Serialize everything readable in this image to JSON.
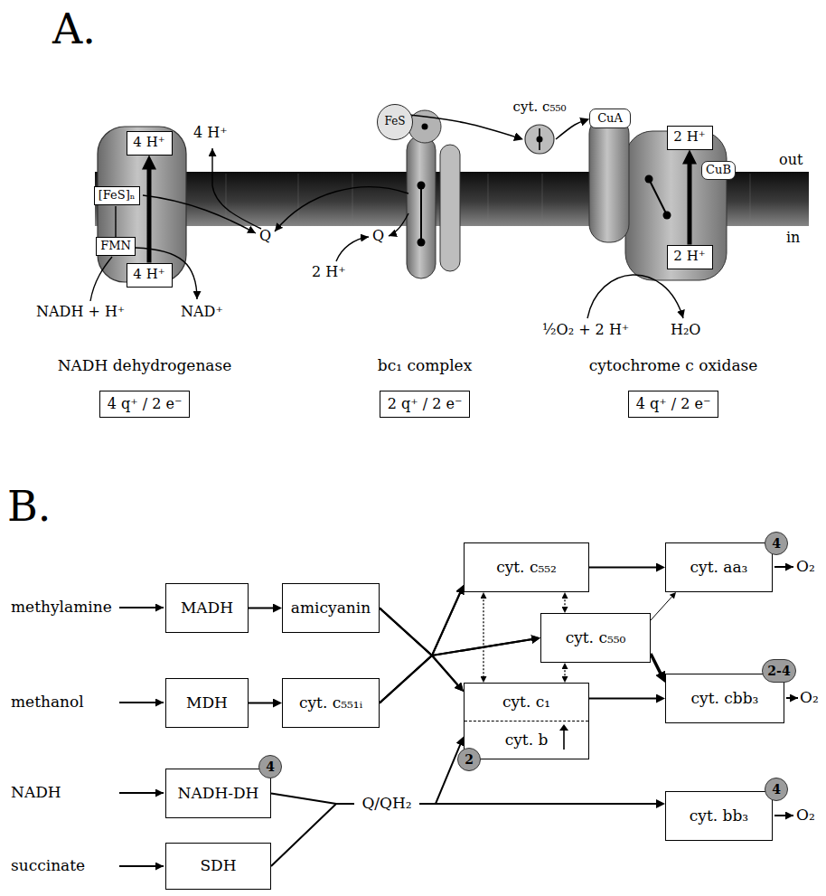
{
  "diagram": {
    "nodes": [
      {
        "text": [
          "4 H⁺"
        ]
      },
      {
        "text": [
          "[FeS]ₙ"
        ]
      },
      {
        "text": [
          "FMN"
        ]
      },
      {
        "text": [
          "4 H⁺"
        ]
      },
      {
        "text": [
          "FeS"
        ]
      },
      {
        "text": [
          "cyt. c₅₅₀"
        ]
      },
      {
        "text": [
          "CuA"
        ]
      },
      {
        "text": [
          "2 H⁺"
        ]
      },
      {
        "text": [
          "CuB"
        ]
      },
      {
        "text": [
          "2 H⁺"
        ]
      },
      {
        "text": [
          "4 q⁺ / 2 e⁻"
        ]
      },
      {
        "text": [
          "2 q⁺ / 2 e⁻"
        ]
      },
      {
        "text": [
          "4 q⁺ / 2 e⁻"
        ]
      },
      {
        "text": [
          "cyt. c₅₅₂"
        ]
      },
      {
        "text": [
          "cyt. aa₃"
        ]
      },
      {
        "text": [
          "4"
        ]
      },
      {
        "text": [
          "MADH"
        ]
      },
      {
        "text": [
          "amicyanin"
        ]
      },
      {
        "text": [
          "cyt. c₅₅₀"
        ]
      },
      {
        "text": [
          "MDH"
        ]
      },
      {
        "text": [
          "cyt. c₅₅₁ᵢ"
        ]
      },
      {
        "text": [
          "cyt. c₁",
          "cyt. b"
        ]
      },
      {
        "text": [
          "cyt. cbb₃"
        ]
      },
      {
        "text": [
          "2-4"
        ]
      },
      {
        "text": [
          "2"
        ]
      },
      {
        "text": [
          "NADH-DH"
        ]
      },
      {
        "text": [
          "4"
        ]
      },
      {
        "text": [
          "Q/QH₂"
        ]
      },
      {
        "text": [
          "cyt. bb₃"
        ]
      },
      {
        "text": [
          "4"
        ]
      },
      {
        "text": [
          "SDH"
        ]
      }
    ],
    "edges": [
      {
        "from": 3,
        "to": 0,
        "arrow": "to"
      },
      {
        "from": 4,
        "to": 5,
        "arrow": "to"
      },
      {
        "from": 5,
        "to": 6,
        "arrow": "to"
      },
      {
        "from": 9,
        "to": 7,
        "arrow": "to"
      },
      {
        "from": 16,
        "to": 17,
        "arrow": "to"
      },
      {
        "from": 19,
        "to": 20,
        "arrow": "to"
      },
      {
        "from": 17,
        "to": 13,
        "arrow": "to"
      },
      {
        "from": 17,
        "to": 18,
        "arrow": "to"
      },
      {
        "from": 17,
        "to": 21,
        "arrow": "to"
      },
      {
        "from": 20,
        "to": 13,
        "arrow": "to"
      },
      {
        "from": 20,
        "to": 18,
        "arrow": "to"
      },
      {
        "from": 20,
        "to": 21,
        "arrow": "to"
      },
      {
        "from": 13,
        "to": 21,
        "arrow": "both"
      },
      {
        "from": 13,
        "to": 18,
        "arrow": "both"
      },
      {
        "from": 18,
        "to": 21,
        "arrow": "both"
      },
      {
        "from": 13,
        "to": 14,
        "arrow": "to"
      },
      {
        "from": 18,
        "to": 14,
        "arrow": "to"
      },
      {
        "from": 18,
        "to": 22,
        "arrow": "to"
      },
      {
        "from": 21,
        "to": 22,
        "arrow": "to"
      },
      {
        "from": 25,
        "to": 27,
        "arrow": "none"
      },
      {
        "from": 30,
        "to": 27,
        "arrow": "none"
      },
      {
        "from": 27,
        "to": 21,
        "arrow": "to"
      },
      {
        "from": 27,
        "to": 28,
        "arrow": "to"
      }
    ],
    "labels": [
      "A.",
      "4 H⁺",
      "out",
      "Q",
      "Q",
      "in",
      "2 H⁺",
      "NADH + H⁺",
      "NAD⁺",
      "½O₂ + 2 H⁺",
      "H₂O",
      "NADH dehydrogenase",
      "bc₁ complex",
      "cytochrome c oxidase",
      "B.",
      "methylamine",
      "methanol",
      "NADH",
      "succinate",
      "O₂",
      "O₂",
      "O₂"
    ]
  }
}
